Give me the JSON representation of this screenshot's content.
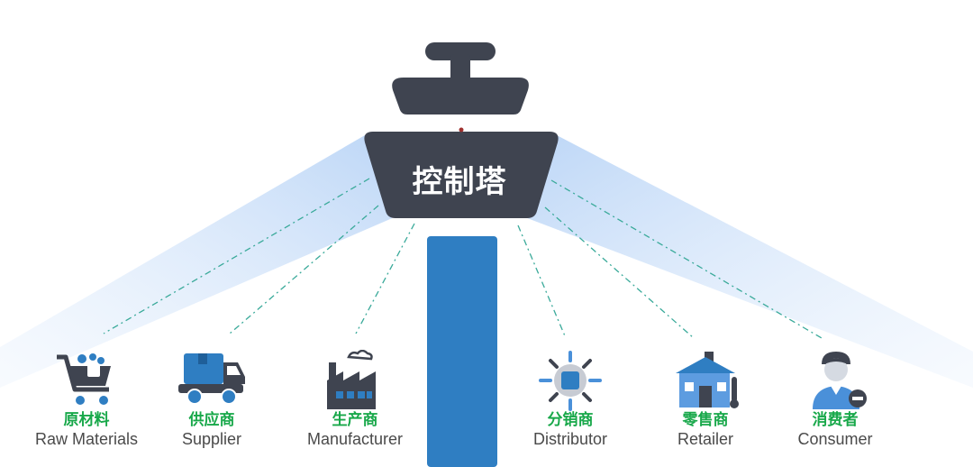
{
  "tower": {
    "label": "控制塔"
  },
  "nodes": [
    {
      "zh": "原材料",
      "en": "Raw Materials",
      "icon": "cart-icon"
    },
    {
      "zh": "供应商",
      "en": "Supplier",
      "icon": "truck-icon"
    },
    {
      "zh": "生产商",
      "en": "Manufacturer",
      "icon": "factory-icon"
    },
    {
      "zh": "分销商",
      "en": "Distributor",
      "icon": "distribution-icon"
    },
    {
      "zh": "零售商",
      "en": "Retailer",
      "icon": "store-icon"
    },
    {
      "zh": "消费者",
      "en": "Consumer",
      "icon": "person-icon"
    }
  ],
  "colors": {
    "tower": "#3f4450",
    "pillar": "#2f7ec2",
    "beam": "#cfe2fb",
    "connector": "#3aaa9a",
    "zh_text": "#18a84a",
    "en_text": "#4a4a4a"
  }
}
